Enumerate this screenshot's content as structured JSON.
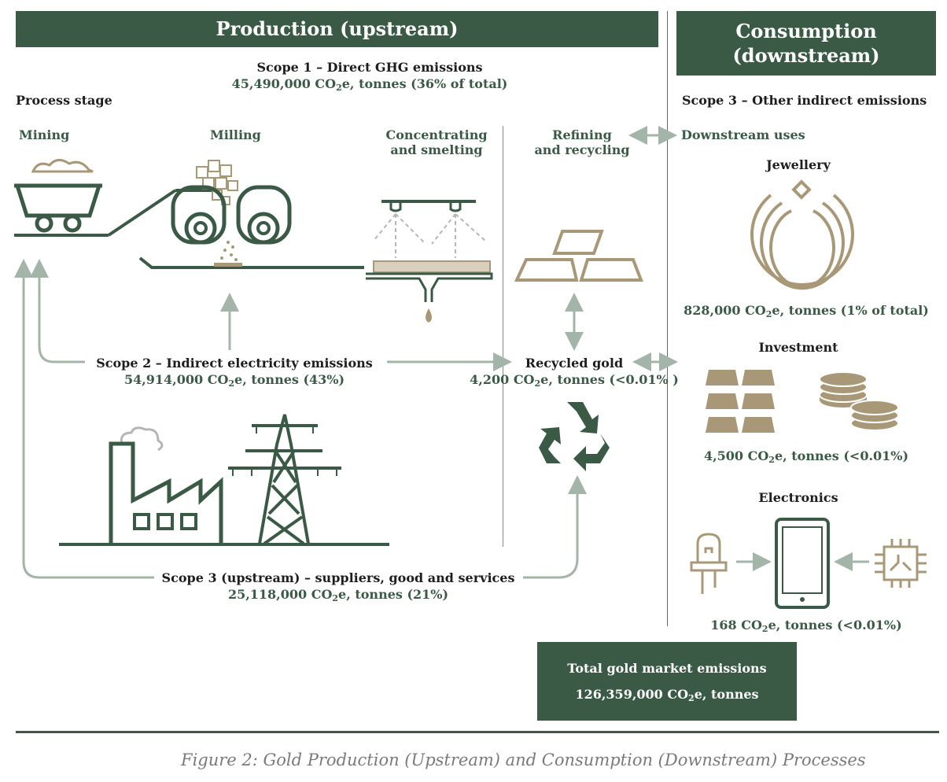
{
  "colors": {
    "green": "#3a5a46",
    "gold": "#a89878",
    "arrow": "#a3b4a8"
  },
  "banners": {
    "production": "Production (upstream)",
    "consumption_line1": "Consumption",
    "consumption_line2": "(downstream)"
  },
  "scope1": {
    "title": "Scope 1 – Direct GHG emissions",
    "value_prefix": "45,490,000 CO",
    "value_sub": "2",
    "value_suffix": "e, tonnes (36% of total)"
  },
  "process_stage": "Process stage",
  "stages": {
    "mining": "Mining",
    "milling": "Milling",
    "concentrating_1": "Concentrating",
    "concentrating_2": "and smelting",
    "refining_1": "Refining",
    "refining_2": "and recycling"
  },
  "scope3_other": "Scope 3 – Other indirect emissions",
  "downstream_uses": "Downstream uses",
  "jewellery": {
    "title": "Jewellery",
    "value_prefix": "828,000 CO",
    "value_sub": "2",
    "value_suffix": "e, tonnes (1% of total)"
  },
  "investment": {
    "title": "Investment",
    "value_prefix": "4,500 CO",
    "value_sub": "2",
    "value_suffix": "e, tonnes (<0.01%)"
  },
  "electronics": {
    "title": "Electronics",
    "value_prefix": "168 CO",
    "value_sub": "2",
    "value_suffix": "e, tonnes (<0.01%)"
  },
  "scope2": {
    "title": "Scope 2 – Indirect electricity emissions",
    "value_prefix": "54,914,000 CO",
    "value_sub": "2",
    "value_suffix": "e, tonnes (43%)"
  },
  "recycled": {
    "title": "Recycled gold",
    "value_prefix": "4,200 CO",
    "value_sub": "2",
    "value_suffix": "e, tonnes (<0.01% )"
  },
  "scope3_up": {
    "title": "Scope 3 (upstream) – suppliers, good and services",
    "value_prefix": "25,118,000 CO",
    "value_sub": "2",
    "value_suffix": "e, tonnes (21%)"
  },
  "total": {
    "title": "Total gold market emissions",
    "value_prefix": "126,359,000 CO",
    "value_sub": "2",
    "value_suffix": "e, tonnes"
  },
  "caption": "Figure 2: Gold Production (Upstream) and Consumption (Downstream) Processes",
  "icons": [
    "mine-cart-icon",
    "conveyor-icon",
    "crusher-icon",
    "smelter-icon",
    "gold-bars-icon",
    "recycle-icon",
    "factory-icon",
    "pylon-icon",
    "necklace-icon",
    "investment-bars-icon",
    "coins-icon",
    "led-icon",
    "tablet-icon",
    "chip-icon"
  ]
}
